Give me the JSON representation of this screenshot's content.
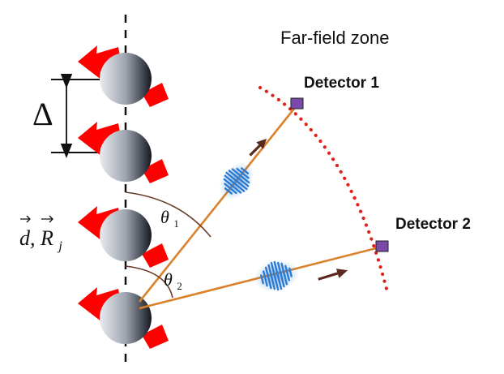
{
  "diagram": {
    "zone_label": "Far-field zone",
    "detector1_label": "Detector 1",
    "detector2_label": "Detector 2",
    "spacing_symbol": "Δ",
    "dipole_label": "d, R",
    "dipole_label_subscript": "j",
    "angle1_symbol": "θ",
    "angle1_subscript": "1",
    "angle2_symbol": "θ",
    "angle2_subscript": "2",
    "colors": {
      "beam": "#d9822b",
      "dipole_arrow": "#ff0000",
      "detector": "#7a4aa8",
      "arc_dots": "#e0201a",
      "photon_arrow": "#5a2a20",
      "wavepacket": "#2b7bd4",
      "angle_arc": "#6b3a2a"
    }
  }
}
